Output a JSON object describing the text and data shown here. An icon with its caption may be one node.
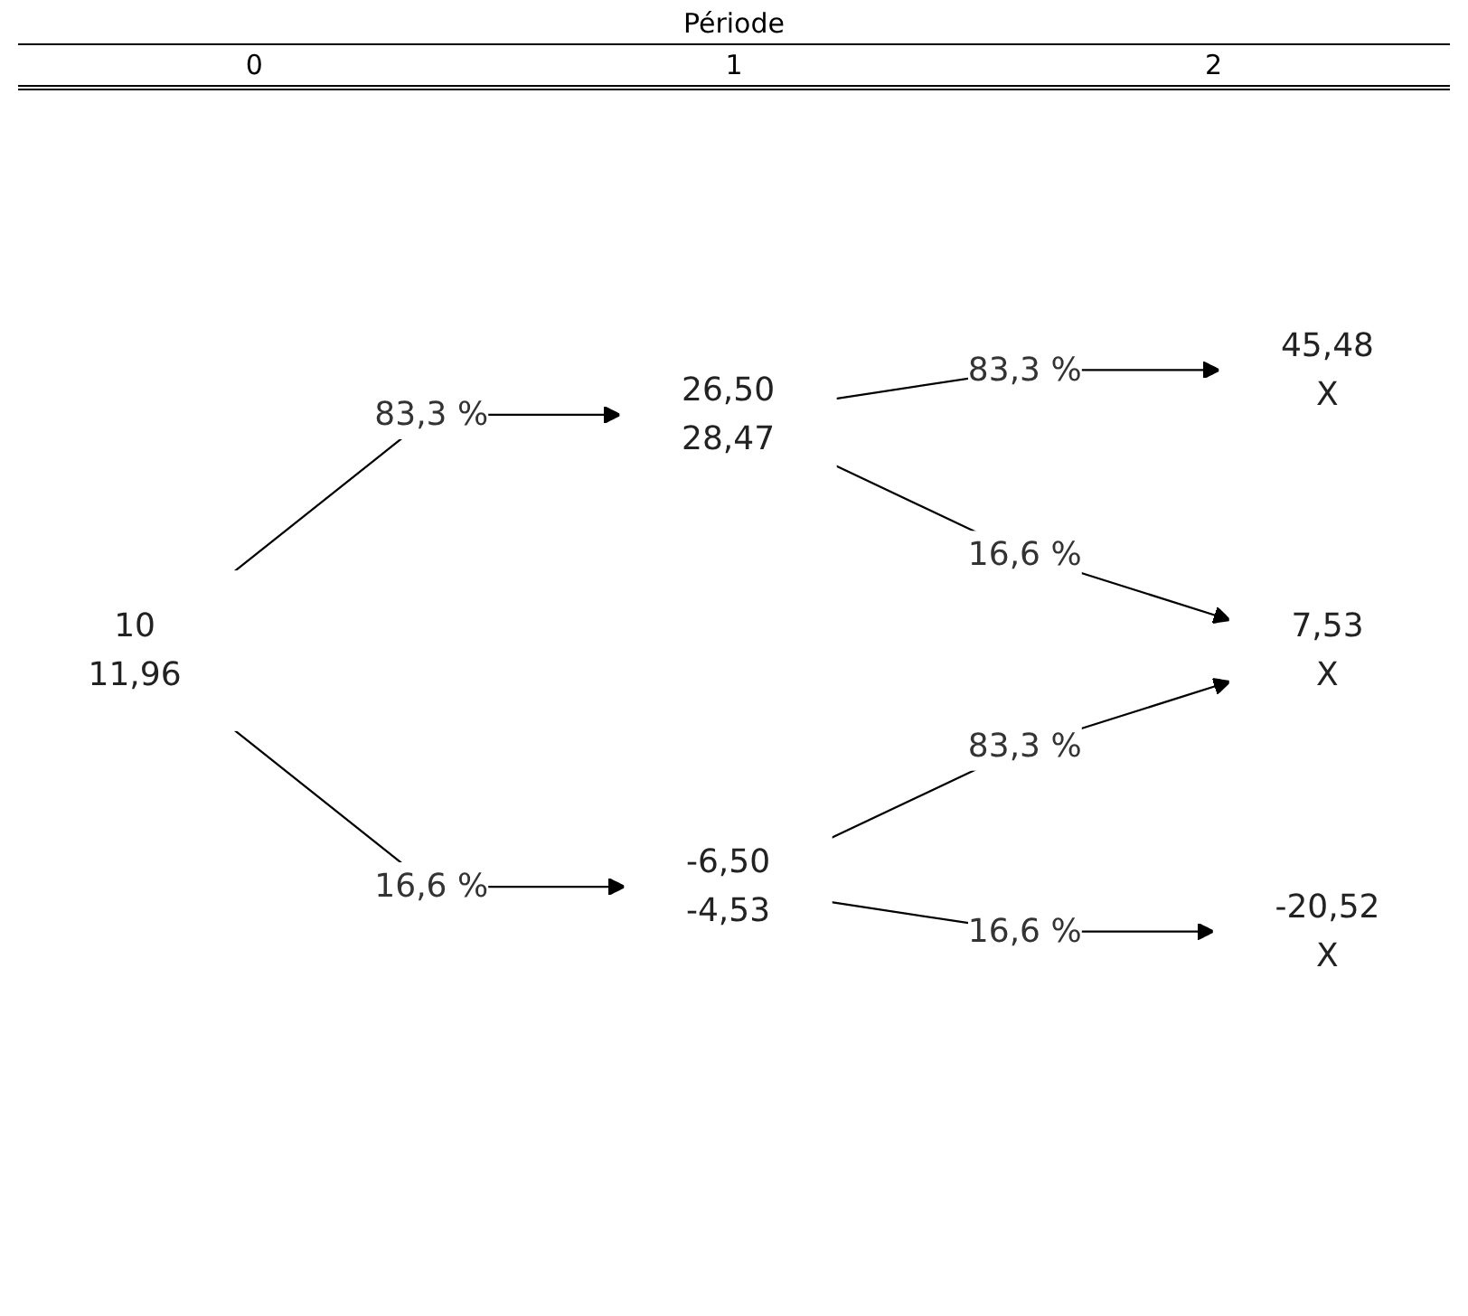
{
  "diagram": {
    "title": "Période",
    "nodes": [
      {
        "text": [
          "10",
          "11,96"
        ]
      },
      {
        "text": [
          "26,50",
          "28,47"
        ]
      },
      {
        "text": [
          "-6,50",
          "-4,53"
        ]
      },
      {
        "text": [
          "45,48",
          "X"
        ]
      },
      {
        "text": [
          "7,53",
          "X"
        ]
      },
      {
        "text": [
          "-20,52",
          "X"
        ]
      }
    ],
    "edges": [
      {
        "from": 0,
        "to": 1,
        "arrow": "to",
        "label": "83,3 %"
      },
      {
        "from": 0,
        "to": 2,
        "arrow": "to",
        "label": "16,6 %"
      },
      {
        "from": 1,
        "to": 3,
        "arrow": "to",
        "label": "83,3 %"
      },
      {
        "from": 1,
        "to": 4,
        "arrow": "to",
        "label": "16,6 %"
      },
      {
        "from": 2,
        "to": 4,
        "arrow": "to",
        "label": "83,3 %"
      },
      {
        "from": 2,
        "to": 5,
        "arrow": "to",
        "label": "16,6 %"
      }
    ],
    "labels": [
      "0",
      "1",
      "2"
    ]
  }
}
